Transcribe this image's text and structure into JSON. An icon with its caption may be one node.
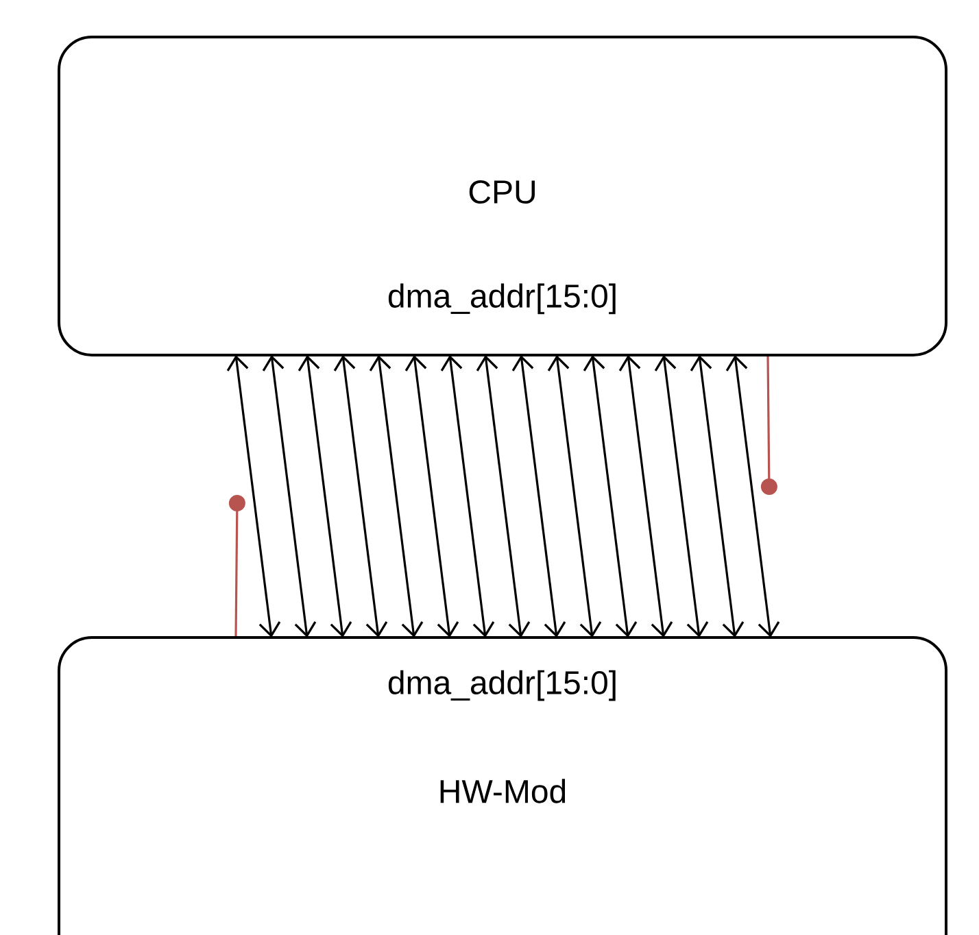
{
  "diagram": {
    "nodes": [
      {
        "text": [
          "CPU",
          "dma_addr[15:0]"
        ]
      },
      {
        "text": [
          "dma_addr[15:0]",
          "HW-Mod"
        ]
      }
    ],
    "edges": [
      {
        "from": 0,
        "to": 1,
        "arrow": "both"
      },
      {
        "from": 0,
        "to": 1,
        "arrow": "both"
      },
      {
        "from": 0,
        "to": 1,
        "arrow": "both"
      },
      {
        "from": 0,
        "to": 1,
        "arrow": "both"
      },
      {
        "from": 0,
        "to": 1,
        "arrow": "both"
      },
      {
        "from": 0,
        "to": 1,
        "arrow": "both"
      },
      {
        "from": 0,
        "to": 1,
        "arrow": "both"
      },
      {
        "from": 0,
        "to": 1,
        "arrow": "both"
      },
      {
        "from": 0,
        "to": 1,
        "arrow": "both"
      },
      {
        "from": 0,
        "to": 1,
        "arrow": "both"
      },
      {
        "from": 0,
        "to": 1,
        "arrow": "both"
      },
      {
        "from": 0,
        "to": 1,
        "arrow": "both"
      },
      {
        "from": 0,
        "to": 1,
        "arrow": "both"
      },
      {
        "from": 0,
        "to": 1,
        "arrow": "both"
      },
      {
        "from": 0,
        "to": 1,
        "arrow": "both"
      },
      {
        "from": 1,
        "to": null,
        "arrow": "other",
        "color": "#b85450"
      },
      {
        "from": 0,
        "to": null,
        "arrow": "other",
        "color": "#b85450"
      }
    ]
  }
}
